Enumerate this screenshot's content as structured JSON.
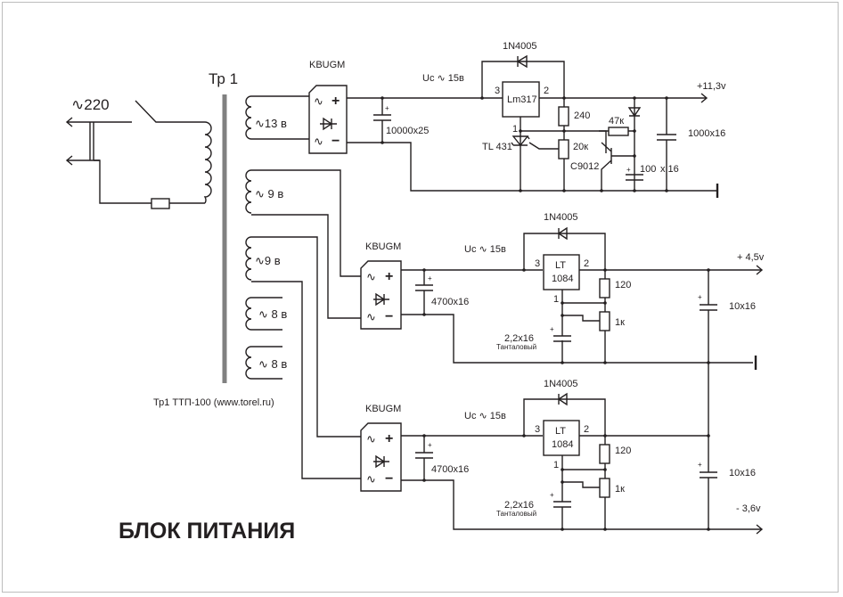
{
  "title": "БЛОК ПИТАНИЯ",
  "transformer": {
    "label": "Тр 1",
    "caption": "Тр1 ТТП-100 (www.torel.ru)",
    "primary": "∿220",
    "secondaries": [
      "∿13 в",
      "∿ 9 в",
      "∿9 в",
      "∿ 8 в",
      "∿ 8 в"
    ]
  },
  "channels": [
    {
      "bridge": "KBUGM",
      "filter_cap": "10000x25",
      "input_note": "Uc ∿ 15в",
      "regulator": [
        "Lm317"
      ],
      "protect_diode": "1N4005",
      "pins": {
        "in": "3",
        "out": "2",
        "adj": "1"
      },
      "r_top": "240",
      "r_adj": "20к",
      "shunt": "TL 431",
      "transistor": "C9012",
      "r_base": "47к",
      "cap_small": "100",
      "cap_small_v": "x 16",
      "out_cap": "1000x16",
      "output": "+11,3v"
    },
    {
      "bridge": "KBUGM",
      "filter_cap": "4700x16",
      "input_note": "Uc ∿ 15в",
      "regulator": [
        "LT",
        "1084"
      ],
      "protect_diode": "1N4005",
      "pins": {
        "in": "3",
        "out": "2",
        "adj": "1"
      },
      "r_top": "120",
      "r_adj": "1к",
      "adj_cap": "2,2x16",
      "adj_cap_type": "Танталовый",
      "out_cap": "10x16",
      "output": "+ 4,5v"
    },
    {
      "bridge": "KBUGM",
      "filter_cap": "4700x16",
      "input_note": "Uc ∿ 15в",
      "regulator": [
        "LT",
        "1084"
      ],
      "protect_diode": "1N4005",
      "pins": {
        "in": "3",
        "out": "2",
        "adj": "1"
      },
      "r_top": "120",
      "r_adj": "1к",
      "adj_cap": "2,2x16",
      "adj_cap_type": "Танталовый",
      "out_cap": "10x16",
      "output": "- 3,6v"
    }
  ],
  "bridge_glyphs": {
    "ac": "∿",
    "plus": "+",
    "minus": "−"
  },
  "cap_plus": "+"
}
